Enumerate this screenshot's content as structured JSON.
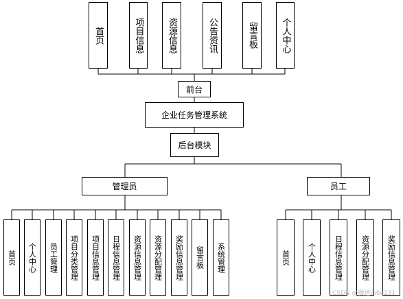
{
  "diagram": {
    "front_modules": [
      "首页",
      "项目信息",
      "资源信息",
      "公告资讯",
      "留言板",
      "个人中心"
    ],
    "front_label": "前台",
    "system_name": "企业任务管理系统",
    "back_label": "后台模块",
    "roles": {
      "admin": {
        "label": "管理员",
        "modules": [
          "首页",
          "个人中心",
          "员工管理",
          "项目分类管理",
          "项目信息管理",
          "日程信息管理",
          "资源信息管理",
          "资源分配管理",
          "奖励信息管理",
          "留言板",
          "系统管理"
        ]
      },
      "employee": {
        "label": "员工",
        "modules": [
          "首页",
          "个人中心",
          "日程信息管理",
          "资源分配管理",
          "奖励信息管理"
        ]
      }
    },
    "watermark": "CSDN @微信lh6e231"
  }
}
